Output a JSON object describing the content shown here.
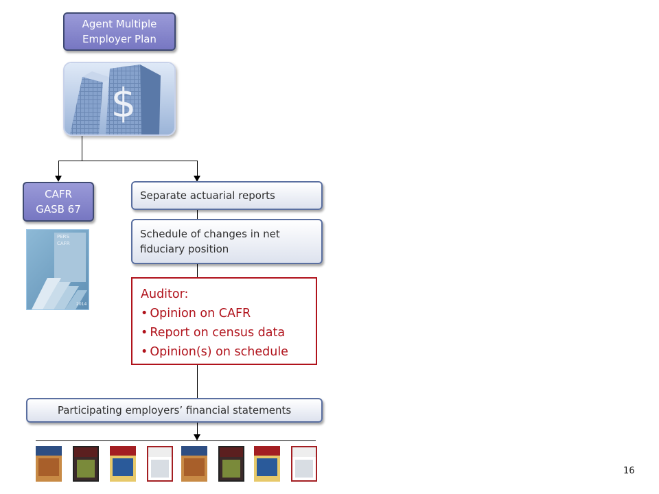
{
  "top_box": {
    "line1": "Agent Multiple",
    "line2": "Employer Plan"
  },
  "building_image": {
    "icon": "dollar-building-icon"
  },
  "cafr_box": {
    "line1": "CAFR",
    "line2": "GASB 67"
  },
  "cafr_cover": {
    "line1": "PERS",
    "line2": "CAFR",
    "year": "2014"
  },
  "actuarial_box": {
    "label": "Separate actuarial reports"
  },
  "schedule_box": {
    "line1": "Schedule of changes in net",
    "line2": "fiduciary position"
  },
  "auditor": {
    "title": "Auditor:",
    "items": [
      "Opinion on CAFR",
      "Report on census data",
      "Opinion(s) on schedule"
    ]
  },
  "employers_box": {
    "label": "Participating employers’ financial statements"
  },
  "page_number": "16",
  "colors": {
    "box_fill": "#8a8ad0",
    "box_border": "#3f4a72",
    "auditor_red": "#b0121b"
  }
}
